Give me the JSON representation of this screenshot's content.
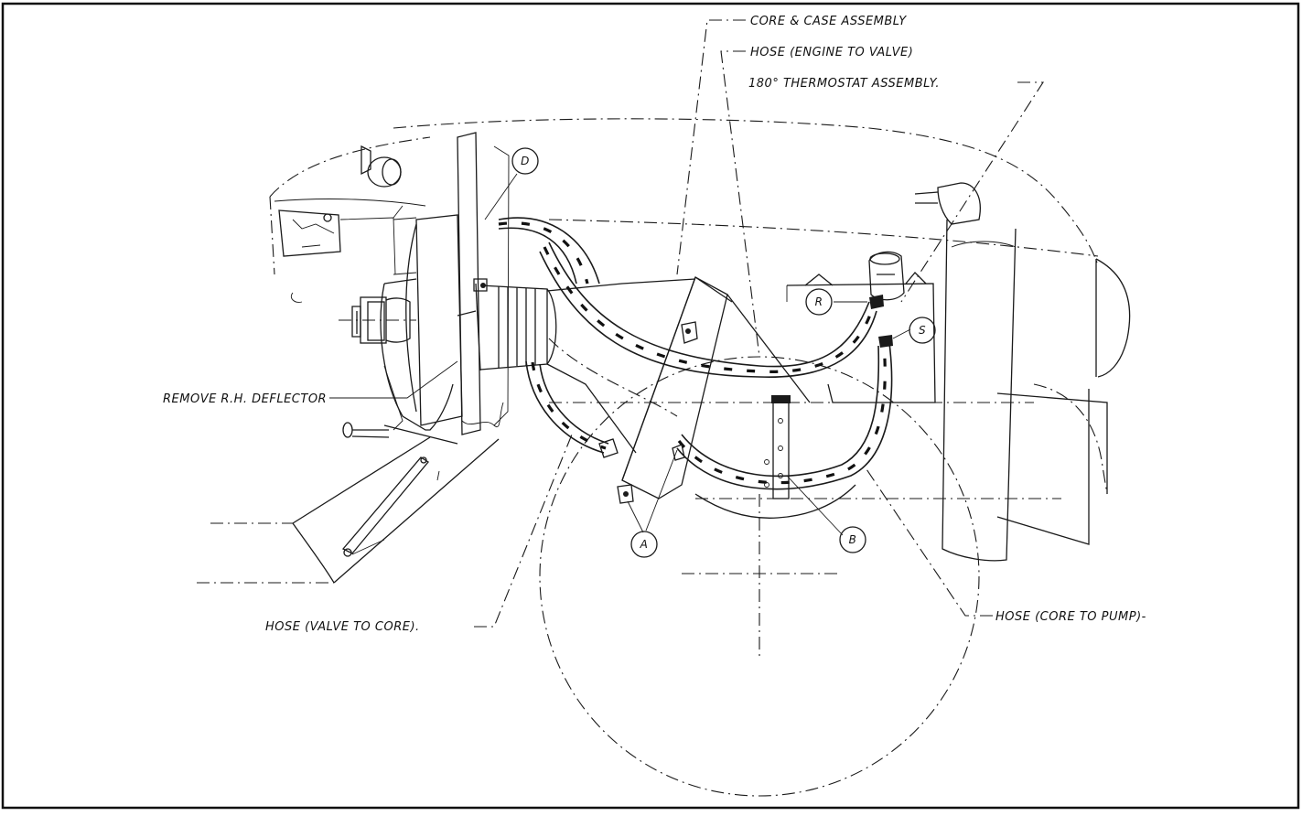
{
  "labels": {
    "core_case": "CORE & CASE ASSEMBLY",
    "hose_engine_valve": "HOSE (ENGINE TO VALVE)",
    "thermostat": "180° THERMOSTAT ASSEMBLY.",
    "remove_deflector": "REMOVE R.H. DEFLECTOR",
    "hose_valve_core": "HOSE (VALVE TO CORE).",
    "hose_core_pump": "HOSE (CORE TO PUMP)-"
  },
  "callouts": {
    "a": "A",
    "b": "B",
    "d": "D",
    "r": "R",
    "s": "S"
  },
  "colors": {
    "ink": "#1a1a1a",
    "paper": "#ffffff"
  }
}
